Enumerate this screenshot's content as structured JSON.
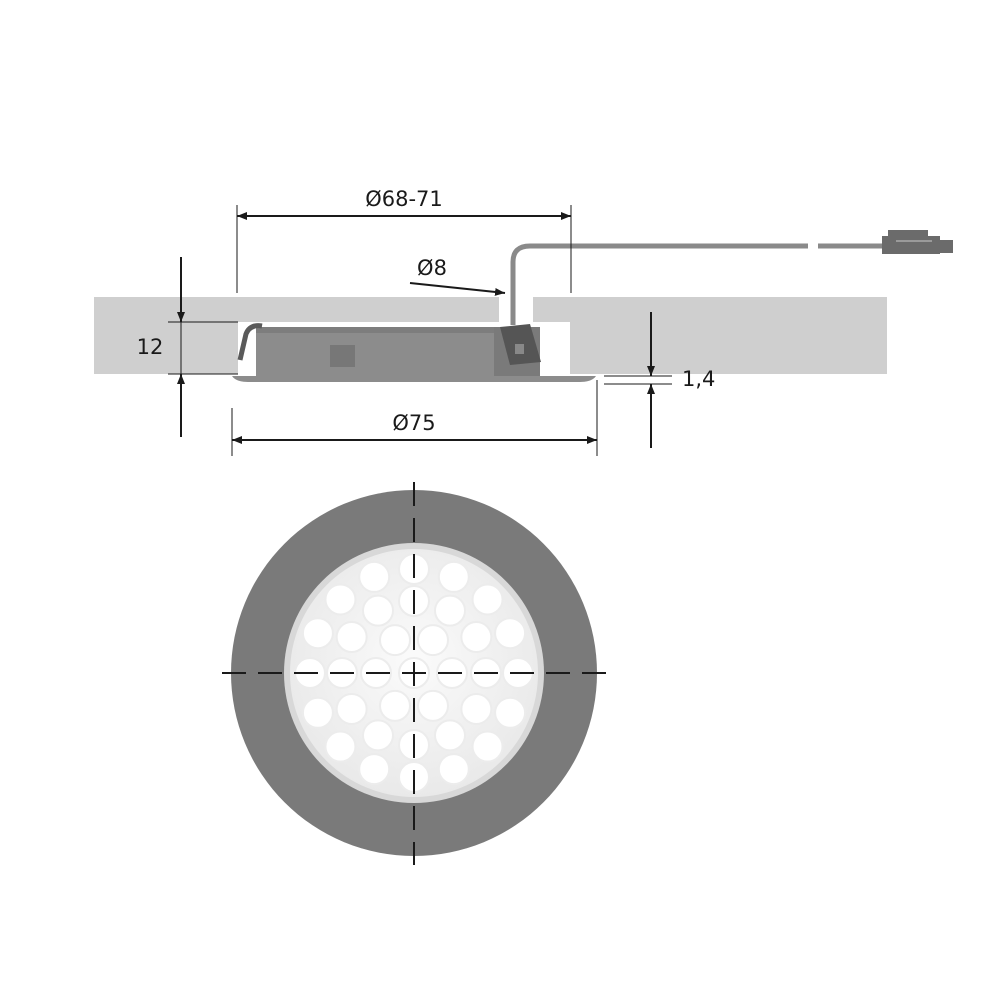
{
  "dimensions": {
    "cutout_diameter": "Ø68-71",
    "cable_diameter": "Ø8",
    "height": "12",
    "flange_thickness": "1,4",
    "outer_diameter": "Ø75"
  },
  "colors": {
    "panel": "#cfcfcf",
    "housing": "#8c8c8c",
    "housing_dark": "#6e6e6e",
    "ring": "#7a7a7a",
    "lens": "#f4f4f4",
    "dimension_line": "#1a1a1a"
  },
  "icons": [
    "dimension-arrow",
    "connector-plug-icon",
    "centerline-cross"
  ]
}
